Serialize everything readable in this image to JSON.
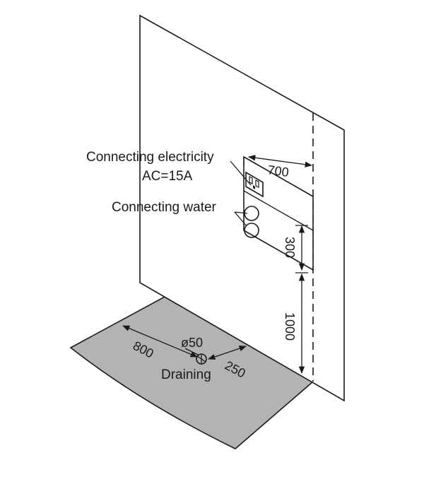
{
  "labels": {
    "electricity_title": "Connecting electricity",
    "electricity_spec": "AC=15A",
    "water": "Connecting water",
    "draining": "Draining"
  },
  "dimensions": {
    "horizontal_offset": "700",
    "outlet_gap": "300",
    "outlet_height": "1000",
    "drain_diameter": "ø50",
    "drain_from_wall_diag": "800",
    "drain_offset": "250"
  },
  "colors": {
    "floor": "#b3b3b3",
    "ink": "#1a1a1a",
    "background": "#ffffff"
  }
}
